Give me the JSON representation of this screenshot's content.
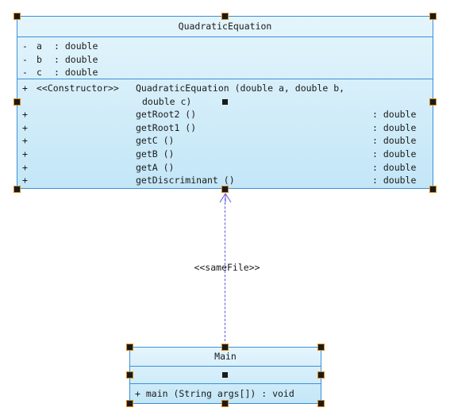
{
  "quadratic": {
    "name": "QuadraticEquation",
    "attributes": [
      {
        "vis": "-",
        "name": "a",
        "type": ": double"
      },
      {
        "vis": "-",
        "name": "b",
        "type": ": double"
      },
      {
        "vis": "-",
        "name": "c",
        "type": ": double"
      }
    ],
    "constructor": {
      "vis": "+",
      "stereotype": "<<Constructor>>",
      "line1": "QuadraticEquation (double a, double b,",
      "line2": "double c)"
    },
    "methods": [
      {
        "vis": "+",
        "sig": "getRoot2 ()",
        "ret": ": double"
      },
      {
        "vis": "+",
        "sig": "getRoot1 ()",
        "ret": ": double"
      },
      {
        "vis": "+",
        "sig": "getC ()",
        "ret": ": double"
      },
      {
        "vis": "+",
        "sig": "getB ()",
        "ret": ": double"
      },
      {
        "vis": "+",
        "sig": "getA ()",
        "ret": ": double"
      },
      {
        "vis": "+",
        "sig": "getDiscriminant ()",
        "ret": ": double"
      }
    ]
  },
  "dependency": {
    "stereotype": "<<sameFile>>"
  },
  "main": {
    "name": "Main",
    "operation": "+ main (String args[]) : void"
  }
}
